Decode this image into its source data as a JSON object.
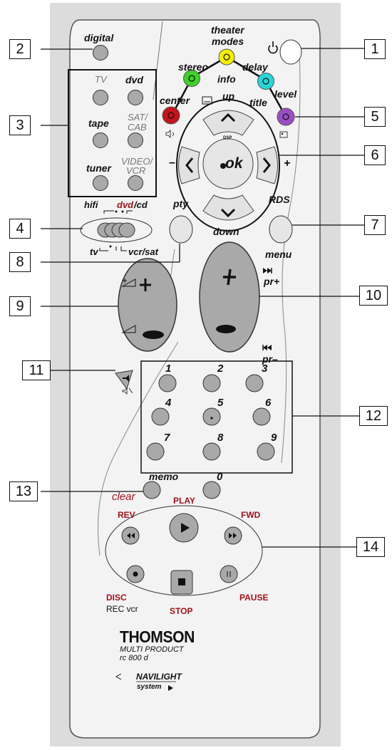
{
  "callouts": [
    "1",
    "2",
    "3",
    "4",
    "5",
    "6",
    "7",
    "8",
    "9",
    "10",
    "11",
    "12",
    "13",
    "14"
  ],
  "labels": {
    "digital": "digital",
    "theater": "theater",
    "modes": "modes",
    "stereo": "stereo",
    "delay": "delay",
    "info": "info",
    "center": "center",
    "up": "up",
    "title": "title",
    "level": "level",
    "minus": "–",
    "plus": "+",
    "ok": "ok",
    "down": "down",
    "pty": "pty",
    "rds": "RDS",
    "menu": "menu",
    "pr_plus": "pr+",
    "pr_minus": "pr–",
    "memo": "memo",
    "clear": "clear",
    "tv_grey": "TV",
    "dvd": "dvd",
    "tape": "tape",
    "sat": "SAT/",
    "cab": "CAB",
    "tuner": "tuner",
    "video": "VIDEO/",
    "vcr": "VCR",
    "hifi": "hifi",
    "dvd_red": "dvd",
    "slash_cd": "/cd",
    "tv_small": "tv",
    "vcr_sat": "vcr/sat",
    "play": "PLAY",
    "rev": "REV",
    "fwd": "FWD",
    "disc": "DISC",
    "rec_vcr": "REC vcr",
    "stop": "STOP",
    "pause": "PAUSE",
    "dsp": "DSP"
  },
  "digits": [
    "1",
    "2",
    "3",
    "4",
    "5",
    "6",
    "7",
    "8",
    "9",
    "0"
  ],
  "brand": {
    "name": "THOMSON",
    "line1": "MULTI PRODUCT",
    "line2": "rc 800 d",
    "navi": "NAVILIGHT",
    "system": "system"
  },
  "colors": {
    "green": "#3fd12a",
    "yellow": "#f4f000",
    "cyan": "#27d6d6",
    "red": "#c4141c",
    "purple": "#9a4fc4",
    "button_grey": "#a9a9a9",
    "body": "#f3f3f3",
    "frame": "#dcdcdc",
    "label_red": "#a0121b"
  },
  "icons": [
    "power-icon",
    "dsp-icon",
    "sound-icon",
    "picture-icon",
    "subtitle-icon",
    "rewind-icon",
    "play-icon",
    "fast-forward-icon",
    "record-icon",
    "stop-icon",
    "pause-icon",
    "mute-icon",
    "next-track-icon",
    "prev-track-icon",
    "volume-up-icon",
    "volume-down-icon",
    "triangle-left-icon",
    "triangle-right-icon"
  ]
}
